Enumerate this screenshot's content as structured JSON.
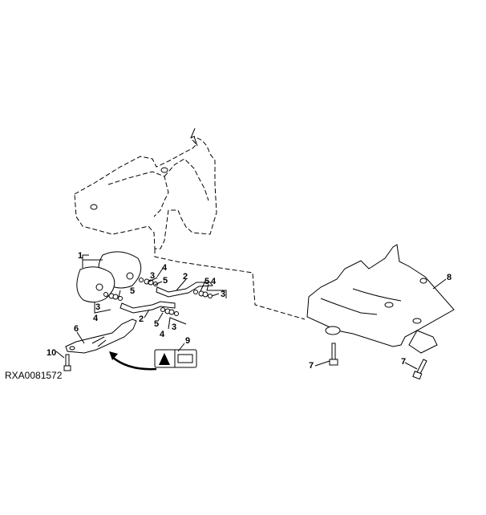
{
  "diagram": {
    "figure_id": "RXA0081572",
    "type": "exploded parts view",
    "callouts": [
      {
        "id": "c1",
        "label": "1",
        "part": "accumulator (pair)"
      },
      {
        "id": "c2a",
        "label": "2",
        "part": "hydraulic line (upper)"
      },
      {
        "id": "c2b",
        "label": "2",
        "part": "hydraulic line (lower)"
      },
      {
        "id": "c3a",
        "label": "3",
        "part": "o-ring"
      },
      {
        "id": "c3b",
        "label": "3",
        "part": "o-ring"
      },
      {
        "id": "c3c",
        "label": "3",
        "part": "o-ring"
      },
      {
        "id": "c3d",
        "label": "3",
        "part": "o-ring"
      },
      {
        "id": "c4a",
        "label": "4",
        "part": "fitting"
      },
      {
        "id": "c4b",
        "label": "4",
        "part": "fitting"
      },
      {
        "id": "c4c",
        "label": "4",
        "part": "fitting"
      },
      {
        "id": "c4d",
        "label": "4",
        "part": "fitting"
      },
      {
        "id": "c5a",
        "label": "5",
        "part": "o-ring"
      },
      {
        "id": "c5b",
        "label": "5",
        "part": "o-ring"
      },
      {
        "id": "c5c",
        "label": "5",
        "part": "o-ring"
      },
      {
        "id": "c5d",
        "label": "5",
        "part": "o-ring"
      },
      {
        "id": "c6",
        "label": "6",
        "part": "bracket"
      },
      {
        "id": "c7a",
        "label": "7",
        "part": "cap screw"
      },
      {
        "id": "c7b",
        "label": "7",
        "part": "cap screw"
      },
      {
        "id": "c8",
        "label": "8",
        "part": "mounting plate"
      },
      {
        "id": "c9",
        "label": "9",
        "part": "warning label"
      },
      {
        "id": "c10",
        "label": "10",
        "part": "cap screw"
      }
    ]
  }
}
